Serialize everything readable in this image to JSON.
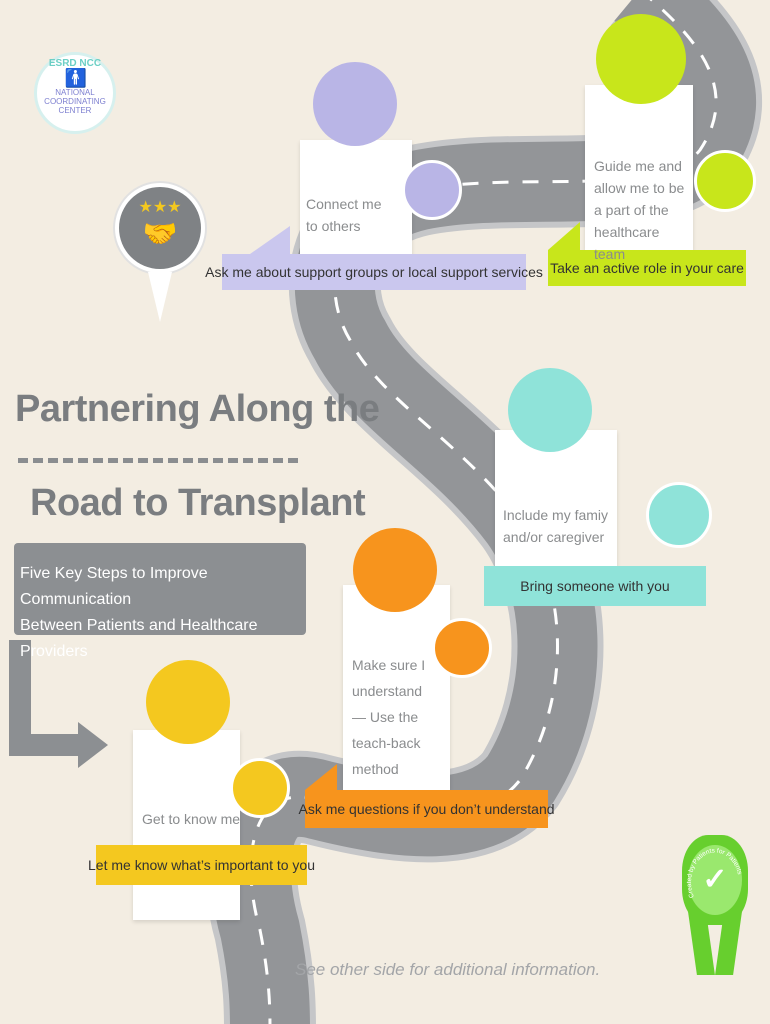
{
  "logo": {
    "top": "ESRD NCC",
    "lines": [
      "NATIONAL",
      "COORDINATING",
      "CENTER"
    ]
  },
  "title": {
    "line1": "Partnering Along the",
    "line2": "Road to Transplant"
  },
  "subtitle": {
    "line1": "Five Key Steps to Improve Communication",
    "line2": "Between Patients and Healthcare Providers"
  },
  "steps": [
    {
      "card_text": "Connect me to others",
      "banner": "Ask me about support groups or local support services",
      "color": "#b9b5e6"
    },
    {
      "card_text": "Guide me and allow me to be a part of the healthcare team",
      "banner": "Take an active role in your care",
      "color": "#c8e61b"
    },
    {
      "card_text": "Include my famiy and/or caregiver",
      "banner": "Bring someone with you",
      "color": "#8fe3d9"
    },
    {
      "card_text": "Make sure I understand — Use the teach-back method",
      "banner": "Ask me questions if you don’t understand",
      "color": "#f7941d"
    },
    {
      "card_text": "Get to know me",
      "banner": "Let me know what’s important to you",
      "color": "#f4c81f"
    }
  ],
  "badge": {
    "text": "Created by Patients for Patients"
  },
  "footer": "See other side for additional information."
}
